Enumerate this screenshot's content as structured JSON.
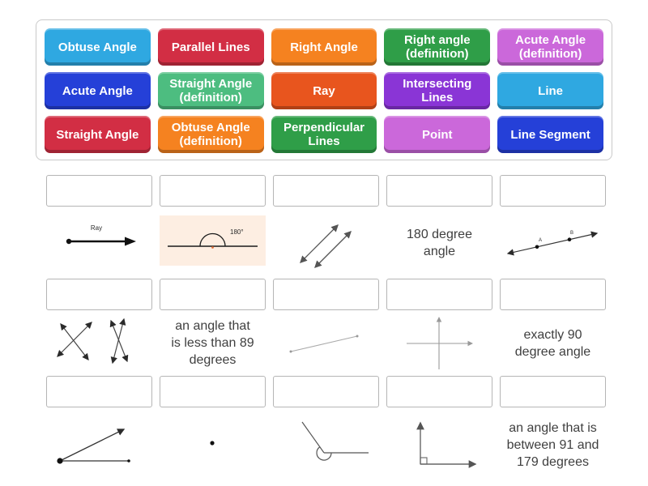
{
  "bank": {
    "tiles": [
      {
        "label": "Obtuse Angle",
        "color": "#2fa8e1"
      },
      {
        "label": "Parallel Lines",
        "color": "#d22e44"
      },
      {
        "label": "Right Angle",
        "color": "#f58220"
      },
      {
        "label": "Right angle (definition)",
        "color": "#2f9e48"
      },
      {
        "label": "Acute Angle (definition)",
        "color": "#cb68da"
      },
      {
        "label": "Acute Angle",
        "color": "#2540d8"
      },
      {
        "label": "Straight Angle (definition)",
        "color": "#4dbd80"
      },
      {
        "label": "Ray",
        "color": "#e8551e"
      },
      {
        "label": "Intersecting Lines",
        "color": "#8a35d6"
      },
      {
        "label": "Line",
        "color": "#2fa8e1"
      },
      {
        "label": "Straight Angle",
        "color": "#d22e44"
      },
      {
        "label": "Obtuse Angle (definition)",
        "color": "#f58220"
      },
      {
        "label": "Perpendicular Lines",
        "color": "#2f9e48"
      },
      {
        "label": "Point",
        "color": "#cb68da"
      },
      {
        "label": "Line Segment",
        "color": "#2540d8"
      }
    ]
  },
  "clues": {
    "ray": {
      "label": "Ray"
    },
    "straight_angle": {
      "label": "180°",
      "bg": "#fdeee2"
    },
    "line": {
      "point_a": "A",
      "point_b": "B"
    },
    "texts": {
      "deg180": "180 degree angle",
      "acute_def": "an angle that is less than 89 degrees",
      "right_def": "exactly 90 degree angle",
      "obtuse_def": "an angle that is between 91 and 179 degrees"
    }
  }
}
